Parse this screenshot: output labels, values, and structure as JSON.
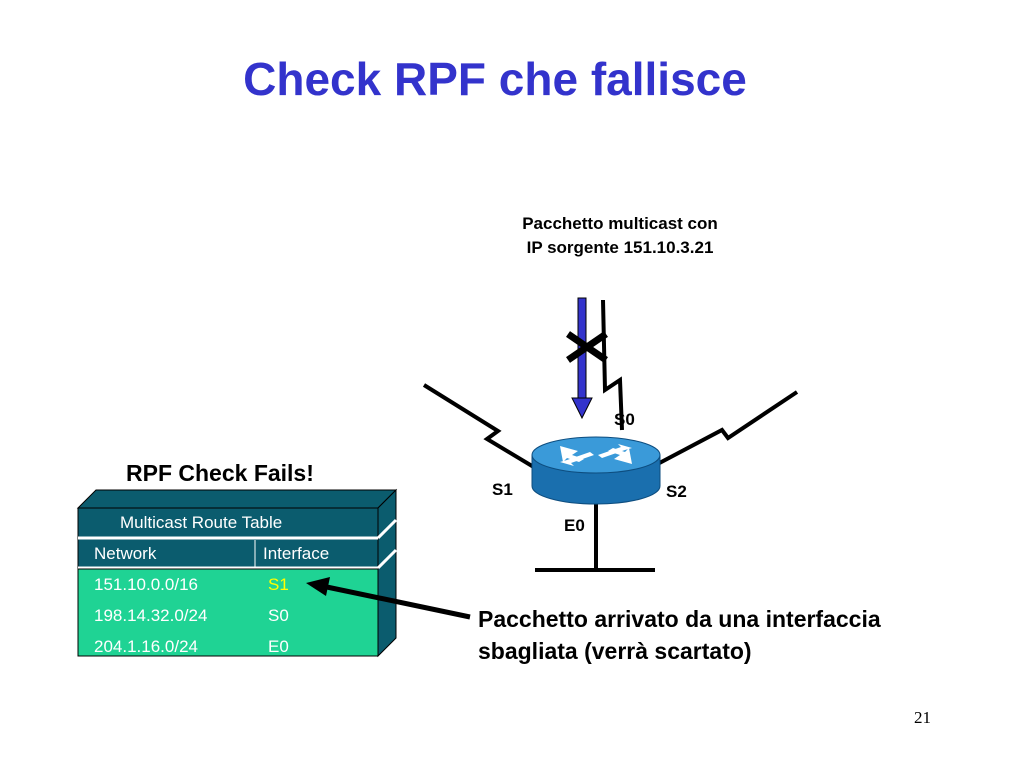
{
  "slide": {
    "title": "Check RPF che fallisce",
    "page_number": "21"
  },
  "packet": {
    "caption_line1": "Pacchetto multicast con",
    "caption_line2": "IP sorgente 151.10.3.21"
  },
  "router": {
    "interfaces": {
      "s0": "S0",
      "s1": "S1",
      "s2": "S2",
      "e0": "E0"
    }
  },
  "rpf": {
    "status": "RPF Check Fails!"
  },
  "route_table": {
    "title": "Multicast Route Table",
    "headers": {
      "network": "Network",
      "interface": "Interface"
    },
    "rows": [
      {
        "network": "151.10.0.0/16",
        "interface": "S1"
      },
      {
        "network": "198.14.32.0/24",
        "interface": "S0"
      },
      {
        "network": "204.1.16.0/24",
        "interface": "E0"
      }
    ]
  },
  "callout": {
    "line1": "Pacchetto arrivato da una interfaccia",
    "line2": "sbagliata (verrà scartato)"
  },
  "colors": {
    "title": "#3333cc",
    "table_dark": "#0b5c6e",
    "table_rows": "#1fd394",
    "highlight": "#ffff00",
    "arrow": "#3333cc",
    "router": "#1f7bbf"
  }
}
